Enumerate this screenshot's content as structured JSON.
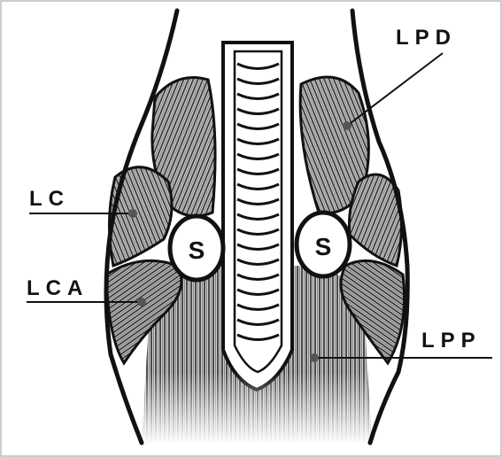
{
  "labels": {
    "lpd": "LPD",
    "lc": "LC",
    "lca": "LCA",
    "lpp": "LPP",
    "sesamoid_left": "S",
    "sesamoid_right": "S"
  },
  "colors": {
    "outline": "#111111",
    "muscle_dark": "#3a3a3a",
    "muscle_mid": "#6e6e6e",
    "muscle_light": "#bdbdbd",
    "background": "#ffffff"
  }
}
